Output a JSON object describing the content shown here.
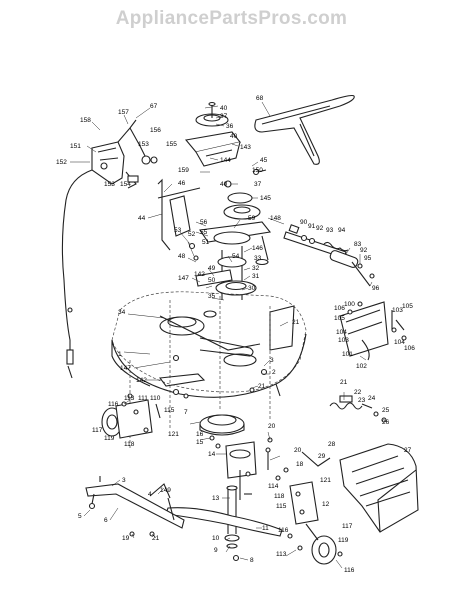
{
  "watermark": "AppliancePartsPros.com",
  "labels": {
    "p68": "68",
    "p157": "157",
    "p67": "67",
    "p158": "158",
    "p156": "156",
    "p151": "151",
    "p153": "153",
    "p155": "155",
    "p152": "152",
    "p153b": "153",
    "p154": "154",
    "p40a": "40",
    "p37a": "37",
    "p36": "36",
    "p40b": "40",
    "p143": "143",
    "p144": "144",
    "p45": "45",
    "p150": "150",
    "p159": "159",
    "p40c": "40",
    "p37b": "37",
    "p46": "46",
    "p145": "145",
    "p44": "44",
    "p148": "148",
    "p56": "56",
    "p55": "55",
    "p59": "59",
    "p53": "53",
    "p52": "52",
    "p51": "51",
    "p146": "146",
    "p90": "90",
    "p91": "91",
    "p92": "92",
    "p93": "93",
    "p94": "94",
    "p48": "48",
    "p54": "54",
    "p33": "33",
    "p83": "83",
    "p92b": "92",
    "p95": "95",
    "p49": "49",
    "p32": "32",
    "p147a": "147",
    "p142": "142",
    "p50": "50",
    "p31": "31",
    "p30": "30",
    "p96": "96",
    "p35": "35",
    "p34": "34",
    "p21a": "21",
    "p106": "106",
    "p100": "100",
    "p105": "105",
    "p105b": "105",
    "p103": "103",
    "p104": "104",
    "p103b": "103",
    "p106b": "106",
    "p104b": "104",
    "p101": "101",
    "p102": "102",
    "p1": "1",
    "p147b": "147",
    "p3": "3",
    "p2": "2",
    "p142b": "142",
    "p21b": "21",
    "p21c": "21",
    "p22": "22",
    "p23": "23",
    "p24": "24",
    "p25": "25",
    "p26": "26",
    "p116": "116",
    "p113": "113",
    "p111": "111",
    "p110": "110",
    "p115": "115",
    "p117": "117",
    "p119": "119",
    "p121a": "121",
    "p118": "118",
    "p20a": "20",
    "p7": "7",
    "p15": "15",
    "p16": "16",
    "p28": "28",
    "p20b": "20",
    "p14": "14",
    "p18": "18",
    "p29": "29",
    "p27": "27",
    "p114": "114",
    "p121b": "121",
    "p149": "149",
    "p3b": "3",
    "p13": "13",
    "p4": "4",
    "p5": "5",
    "p6": "6",
    "p118b": "118",
    "p115b": "115",
    "p12": "12",
    "p19": "19",
    "p21d": "21",
    "p11": "11",
    "p10": "10",
    "p9": "9",
    "p8": "8",
    "p116b": "116",
    "p117b": "117",
    "p119b": "119",
    "p113b": "113",
    "p116c": "116"
  }
}
